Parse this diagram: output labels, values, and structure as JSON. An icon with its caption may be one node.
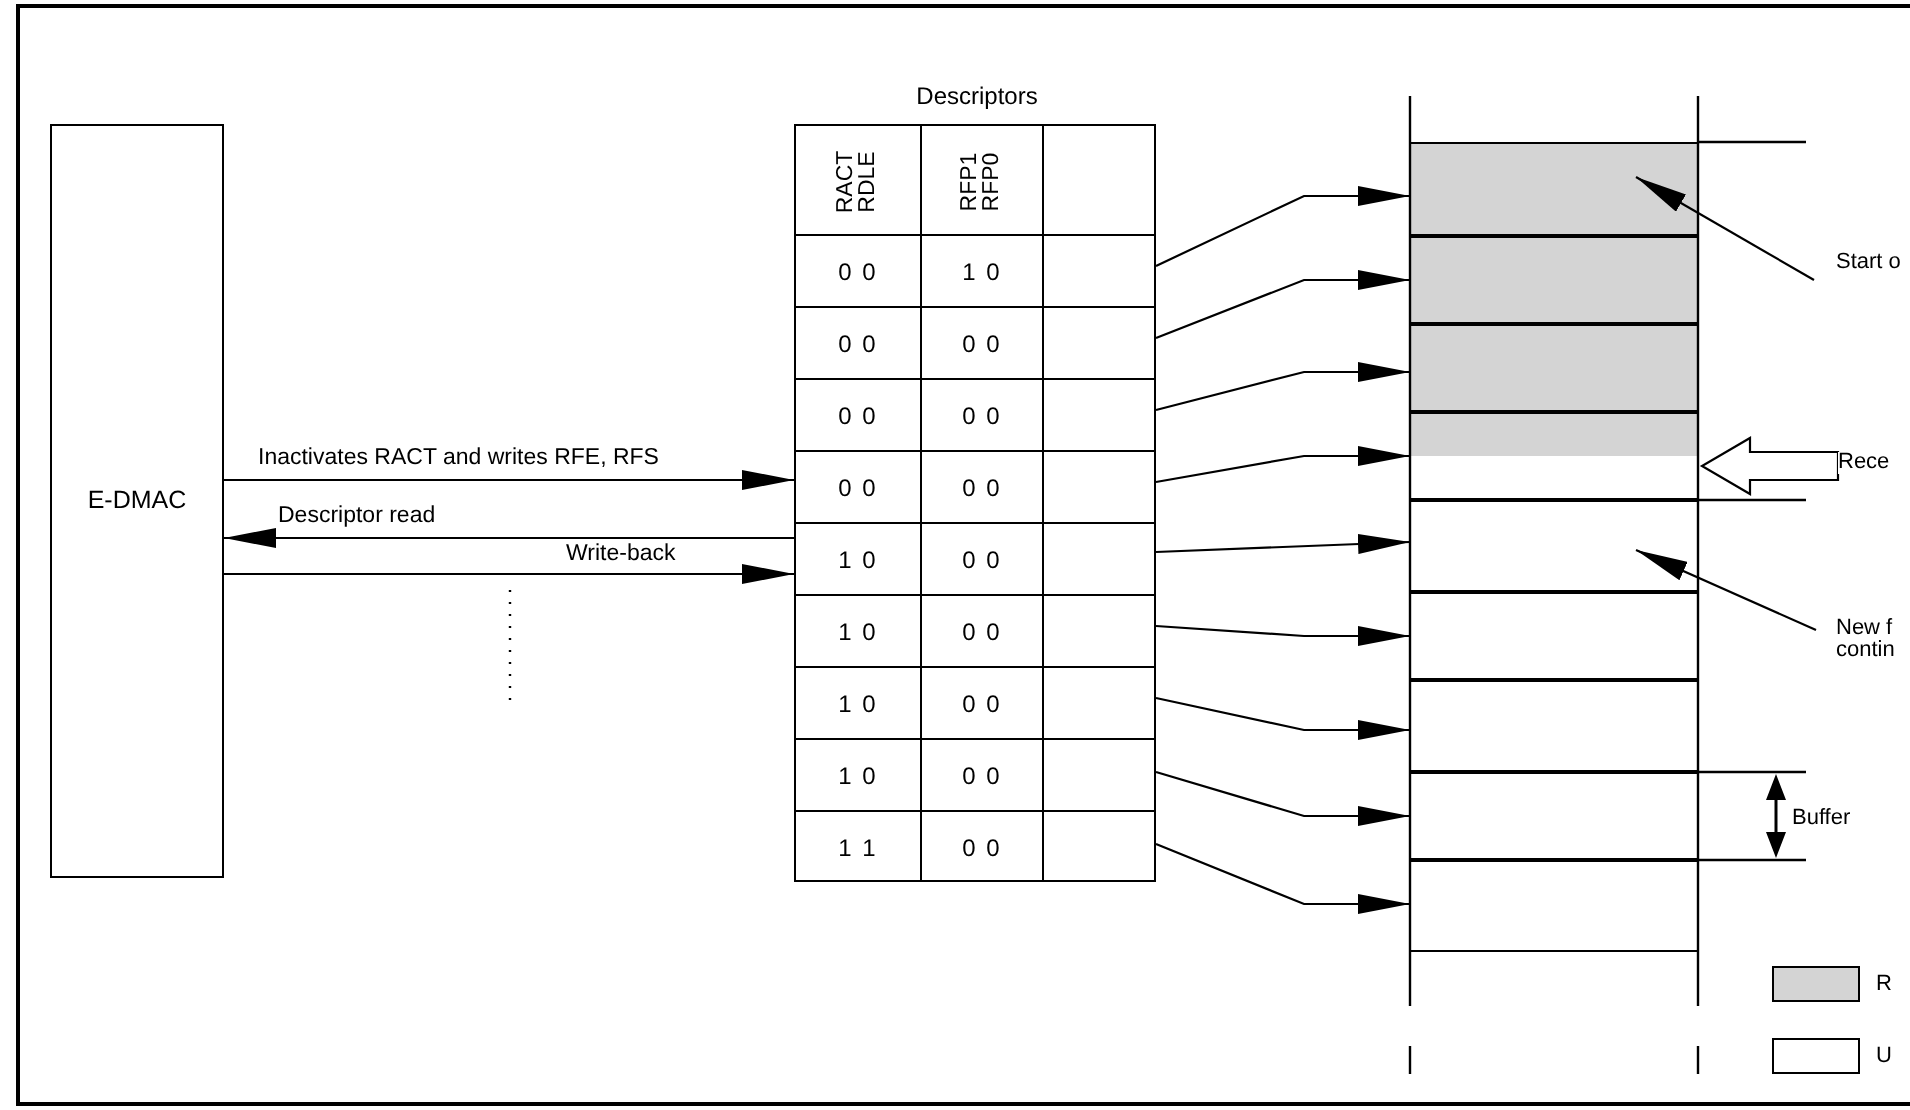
{
  "diagram": {
    "nodes": [
      {
        "text": [
          "E-DMAC"
        ]
      },
      {
        "text": [
          "Descriptors"
        ]
      },
      {
        "text": [
          "0 0",
          "1 0"
        ],
        "in": 1
      },
      {
        "text": [
          "0 0",
          "0 0"
        ],
        "in": 1
      },
      {
        "text": [
          "0 0",
          "0 0"
        ],
        "in": 1
      },
      {
        "text": [
          "0 0",
          "0 0"
        ],
        "in": 1
      },
      {
        "text": [
          "1 0",
          "0 0"
        ],
        "in": 1
      },
      {
        "text": [
          "1 0",
          "0 0"
        ],
        "in": 1
      },
      {
        "text": [
          "1 0",
          "0 0"
        ],
        "in": 1
      },
      {
        "text": [
          "1 0",
          "0 0"
        ],
        "in": 1
      },
      {
        "text": [
          "1 1",
          "0 0"
        ],
        "in": 1
      },
      {
        "text": [],
        "shape": "box"
      },
      {
        "text": [],
        "shape": "box"
      },
      {
        "text": [],
        "shape": "box"
      },
      {
        "text": [],
        "shape": "box"
      },
      {
        "text": [],
        "shape": "box"
      },
      {
        "text": [],
        "shape": "box"
      },
      {
        "text": [],
        "shape": "box"
      },
      {
        "text": [],
        "shape": "box"
      },
      {
        "text": [],
        "shape": "box"
      },
      {
        "text": [
          "Start o"
        ]
      },
      {
        "text": [
          "Rece"
        ]
      },
      {
        "text": [
          "New f contin"
        ]
      }
    ],
    "edges": [
      {
        "from": 0,
        "to": 5,
        "arrow": "to",
        "label": "Inactivates RACT and writes RFE, RFS"
      },
      {
        "from": 6,
        "to": 0,
        "arrow": "to",
        "label": "Descriptor read"
      },
      {
        "from": 0,
        "to": 6,
        "arrow": "to",
        "label": "Write-back"
      },
      {
        "from": 2,
        "to": 11,
        "arrow": "to"
      },
      {
        "from": 3,
        "to": 12,
        "arrow": "to"
      },
      {
        "from": 4,
        "to": 13,
        "arrow": "to"
      },
      {
        "from": 5,
        "to": 14,
        "arrow": "to"
      },
      {
        "from": 6,
        "to": 15,
        "arrow": "to"
      },
      {
        "from": 7,
        "to": 16,
        "arrow": "to"
      },
      {
        "from": 8,
        "to": 17,
        "arrow": "to"
      },
      {
        "from": 9,
        "to": 18,
        "arrow": "to"
      },
      {
        "from": 10,
        "to": 19,
        "arrow": "to"
      },
      {
        "from": 20,
        "to": 11,
        "arrow": "to"
      },
      {
        "from": 21,
        "to": 14,
        "arrow": "to"
      },
      {
        "from": 22,
        "to": 15,
        "arrow": "to"
      }
    ],
    "labels": [
      "RACT RDLE",
      "RFP1 RFP0",
      "Buffer"
    ],
    "legend": [
      {
        "text": "R",
        "color": "#d4d4d4"
      },
      {
        "text": "U",
        "color": "#ffffff"
      }
    ]
  }
}
